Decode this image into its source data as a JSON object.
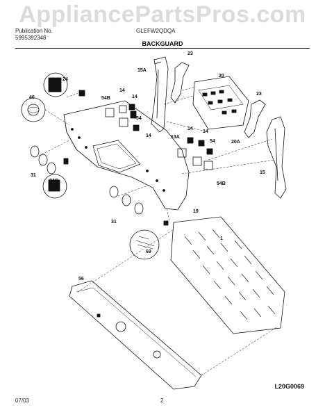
{
  "watermark": "AppliancePartsPros.com",
  "header": {
    "publication_label": "Publication No.",
    "publication_number": "5995392348",
    "model": "GLEFW2QDQA",
    "section_title": "BACKGUARD"
  },
  "figure_id": "L20G0069",
  "footer": {
    "date": "07/03",
    "page_number": "2"
  },
  "callouts": {
    "c1": "1",
    "c13a": "13A",
    "c14a": "14",
    "c14b": "14",
    "c14c": "14",
    "c14d": "14",
    "c14e": "14",
    "c15": "15",
    "c15a": "15A",
    "c19": "19",
    "c20": "20",
    "c20a": "20A",
    "c23a": "23",
    "c23b": "23",
    "c24": "24",
    "c24c": "24C",
    "c31a": "31",
    "c31b": "31",
    "c46": "46",
    "c54a": "54",
    "c54b": "54",
    "c54ba": "54B",
    "c54bb": "54B",
    "c56": "56",
    "c69": "69"
  }
}
